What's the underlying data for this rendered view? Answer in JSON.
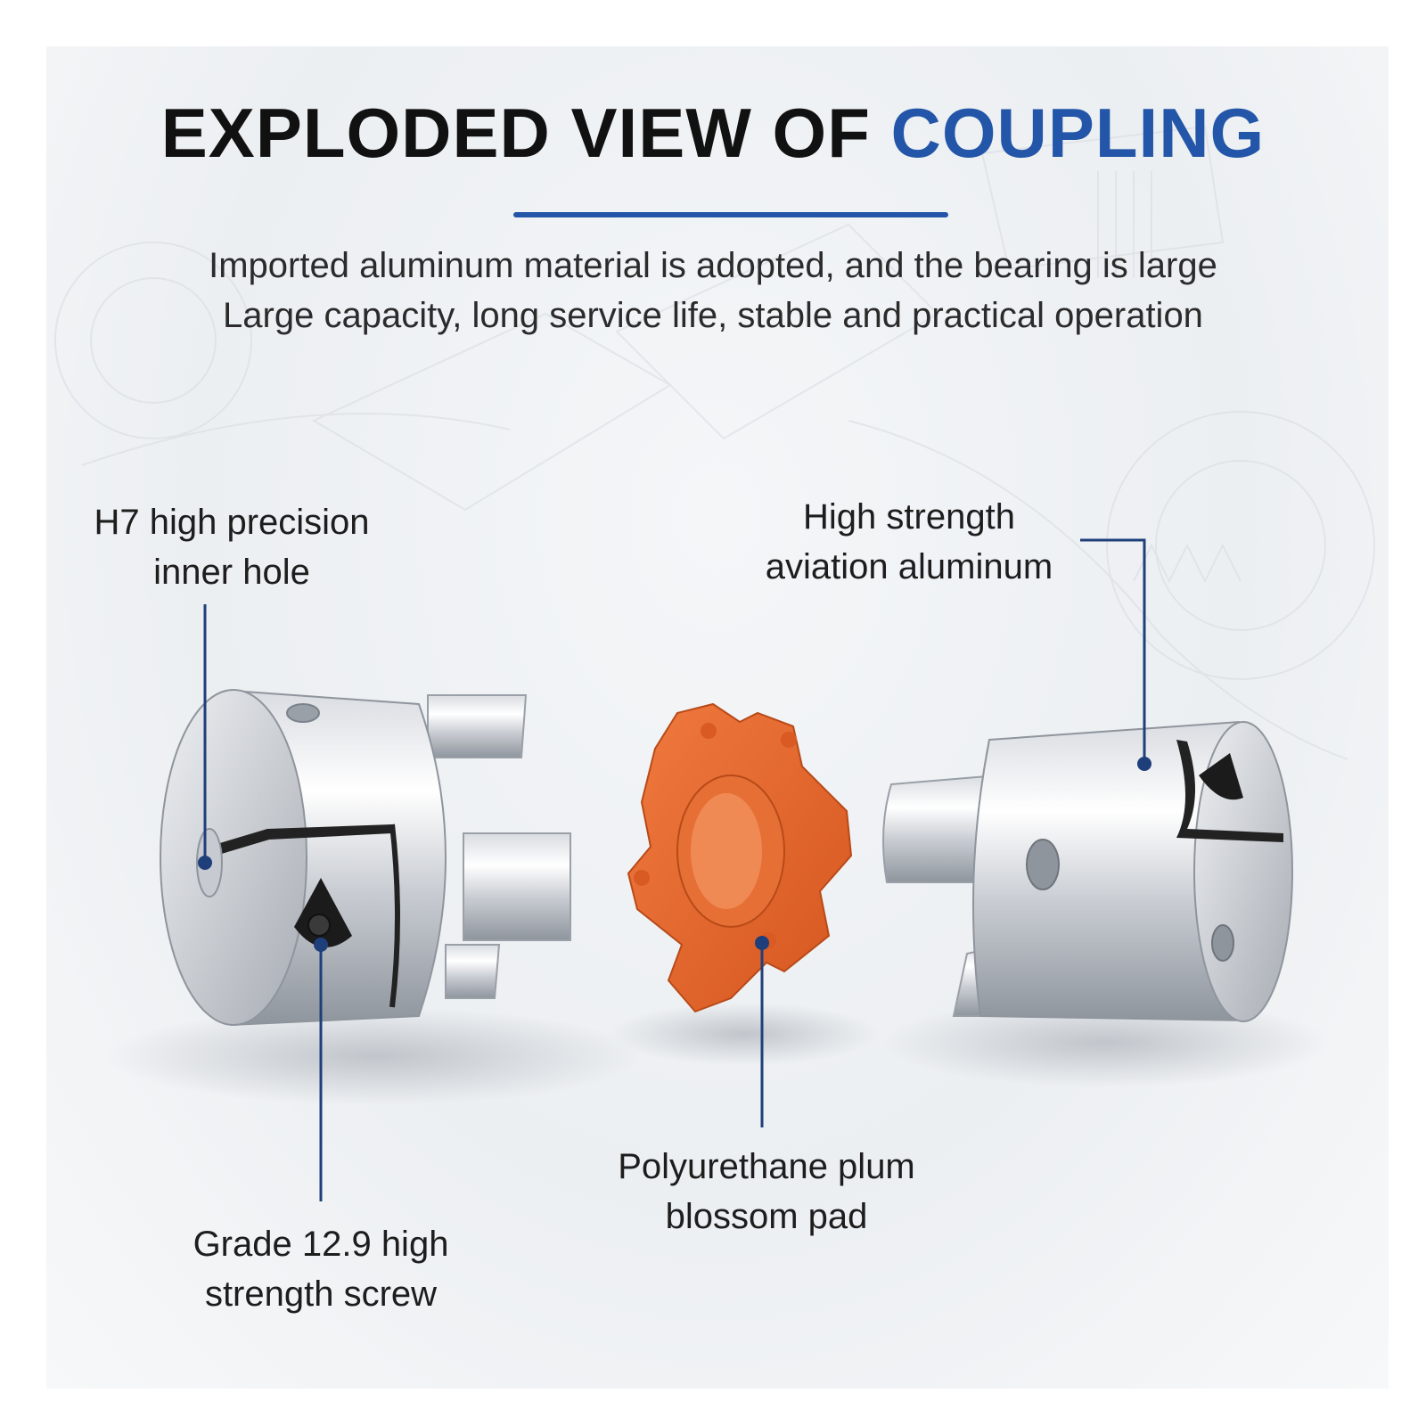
{
  "header": {
    "title_main": "EXPLODED VIEW OF",
    "title_accent": "COUPLING",
    "subtitle_line1": "Imported aluminum material is adopted, and the bearing is large",
    "subtitle_line2": "Large capacity, long service life, stable and practical operation"
  },
  "callouts": {
    "inner_hole": {
      "line1": "H7 high precision",
      "line2": "inner hole"
    },
    "aluminum": {
      "line1": "High strength",
      "line2": "aviation aluminum"
    },
    "screw": {
      "line1": "Grade 12.9 high",
      "line2": "strength screw"
    },
    "pad": {
      "line1": "Polyurethane plum",
      "line2": "blossom pad"
    }
  },
  "colors": {
    "accent_blue": "#2356a8",
    "leader_line": "#1f3f7a",
    "pad_orange": "#e8652a",
    "aluminum_light": "#f2f3f5",
    "aluminum_dark": "#9aa0a8"
  }
}
